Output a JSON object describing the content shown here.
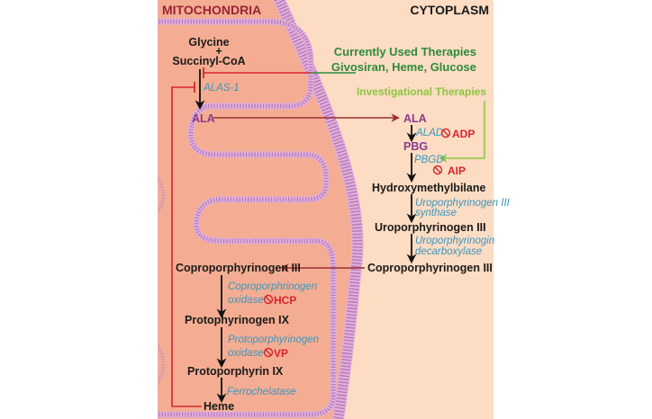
{
  "regions": {
    "mitochondria": "MITOCHONDRIA",
    "cytoplasm": "CYTOPLASM"
  },
  "colors": {
    "mitochondria_fill": "#f4ad92",
    "cytoplasm_fill": "#fcdcc3",
    "membrane": "#c98cc6",
    "mitochondria_label": "#9b2335",
    "current_therapy": "#2e8b3c",
    "investigational_therapy": "#8cc63f",
    "enzyme": "#3a97c0",
    "disease": "#d4262b",
    "transport_arrow": "#9b2f2f",
    "feedback_line": "#d4262b"
  },
  "therapies": {
    "current_title": "Currently Used Therapies",
    "current_list": "Givosiran, Heme, Glucose",
    "investigational": "Investigational Therapies"
  },
  "pathway": {
    "glycine": "Glycine",
    "plus": "+",
    "succinyl_coa": "Succinyl-CoA",
    "alas1": "ALAS-1",
    "ala_mito": "ALA",
    "ala_cyto": "ALA",
    "alad": "ALAD",
    "adp": "ADP",
    "pbg": "PBG",
    "pbgd": "PBGD",
    "aip": "AIP",
    "hmb": "Hydroxymethylbilane",
    "uro_synthase_1": "Uroporphyrinogen III",
    "uro_synthase_2": "synthase",
    "uro3": "Uroporphyrinogen III",
    "uro_decarb_1": "Uroporphyrinogin",
    "uro_decarb_2": "decarboxylase",
    "copro_cyto": "Coproporphyrinogen III",
    "copro_mito": "Coproporphyrinogen III",
    "copro_oxidase_1": "Coproporphrinogen",
    "copro_oxidase_2": "oxidase",
    "hcp": "HCP",
    "protogen": "Protophyrinogen IX",
    "proto_oxidase_1": "Protoporphyrinogen",
    "proto_oxidase_2": "oxidase",
    "vp": "VP",
    "protoporphyrin": "Protoporphyrin IX",
    "ferrochelatase": "Ferrochelatase",
    "heme": "Heme"
  },
  "icons": {
    "disease_marker": "prohibition-icon"
  }
}
